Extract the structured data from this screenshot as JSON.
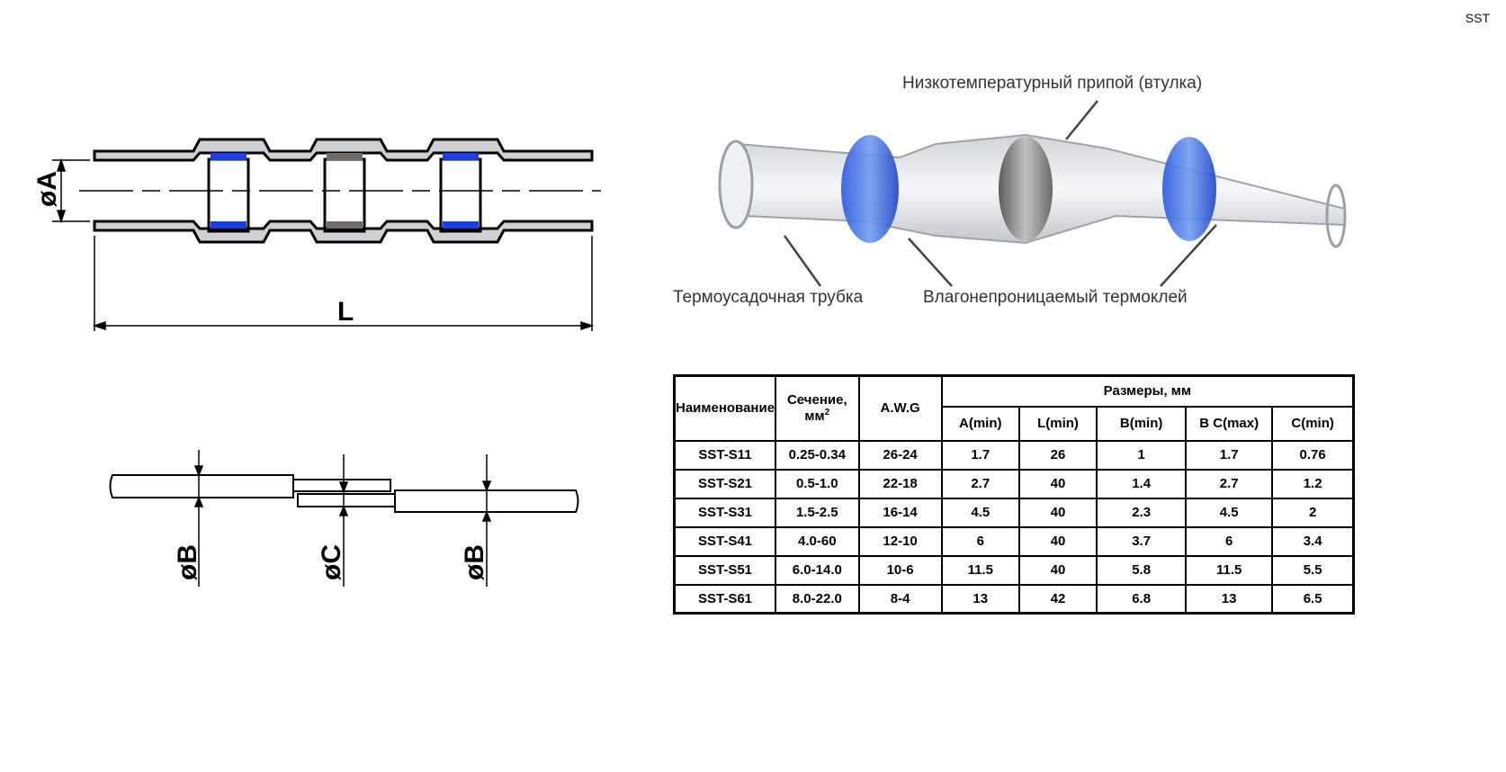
{
  "corner_label": "SST",
  "drawing": {
    "dim_A": "øA",
    "dim_L": "L",
    "dim_B_left": "øB",
    "dim_C": "øC",
    "dim_B_right": "øB"
  },
  "photo_labels": {
    "solder": "Низкотемпературный припой (втулка)",
    "tube": "Термоусадочная трубка",
    "adhesive": "Влагонепроницаемый термоклей"
  },
  "colors": {
    "adhesive_blue": "#1a3fe6",
    "solder_gray": "#736a6a",
    "tube_gray": "#cfd0d4"
  },
  "table": {
    "headers": {
      "name": "Наименование",
      "section": "Сечение,",
      "section_unit": "мм",
      "section_sup": "2",
      "awg": "A.W.G",
      "dims": "Размеры, мм",
      "sub": [
        "A(min)",
        "L(min)",
        "B(min)",
        "B C(max)",
        "C(min)"
      ]
    },
    "rows": [
      [
        "SST-S11",
        "0.25-0.34",
        "26-24",
        "1.7",
        "26",
        "1",
        "1.7",
        "0.76"
      ],
      [
        "SST-S21",
        "0.5-1.0",
        "22-18",
        "2.7",
        "40",
        "1.4",
        "2.7",
        "1.2"
      ],
      [
        "SST-S31",
        "1.5-2.5",
        "16-14",
        "4.5",
        "40",
        "2.3",
        "4.5",
        "2"
      ],
      [
        "SST-S41",
        "4.0-60",
        "12-10",
        "6",
        "40",
        "3.7",
        "6",
        "3.4"
      ],
      [
        "SST-S51",
        "6.0-14.0",
        "10-6",
        "11.5",
        "40",
        "5.8",
        "11.5",
        "5.5"
      ],
      [
        "SST-S61",
        "8.0-22.0",
        "8-4",
        "13",
        "42",
        "6.8",
        "13",
        "6.5"
      ]
    ]
  }
}
